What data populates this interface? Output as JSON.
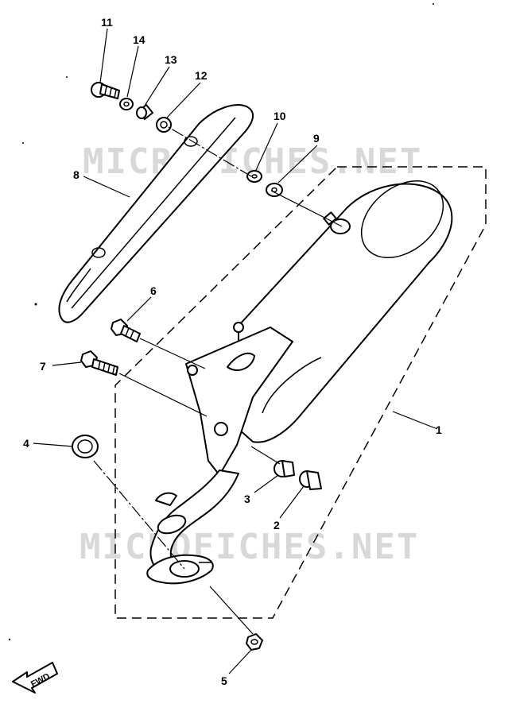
{
  "watermark": {
    "top": "MICROFICHES.NET",
    "bottom": "MICROFICHES.NET"
  },
  "callouts": {
    "c1": "1",
    "c2": "2",
    "c3": "3",
    "c4": "4",
    "c5": "5",
    "c6": "6",
    "c7": "7",
    "c8": "8",
    "c9": "9",
    "c10": "10",
    "c11": "11",
    "c12": "12",
    "c13": "13",
    "c14": "14"
  },
  "direction": {
    "label": "FWD"
  }
}
